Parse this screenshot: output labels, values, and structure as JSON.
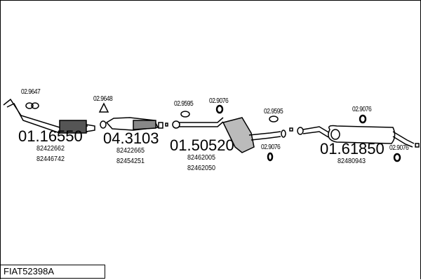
{
  "diagram_code": "FIAT52398A",
  "parts": [
    {
      "number": "01.16550",
      "oe": [
        "82422662",
        "82446742"
      ]
    },
    {
      "number": "04.3103",
      "oe": [
        "82422665",
        "82454251"
      ]
    },
    {
      "number": "01.50520",
      "oe": [
        "82462005",
        "82462050"
      ]
    },
    {
      "number": "01.61850",
      "oe": [
        "82480943"
      ]
    }
  ],
  "accessories": [
    "02.9647",
    "02.9648",
    "02.9595",
    "02.9076",
    "02.9595",
    "02.9076",
    "02.9076",
    "02.9076"
  ]
}
